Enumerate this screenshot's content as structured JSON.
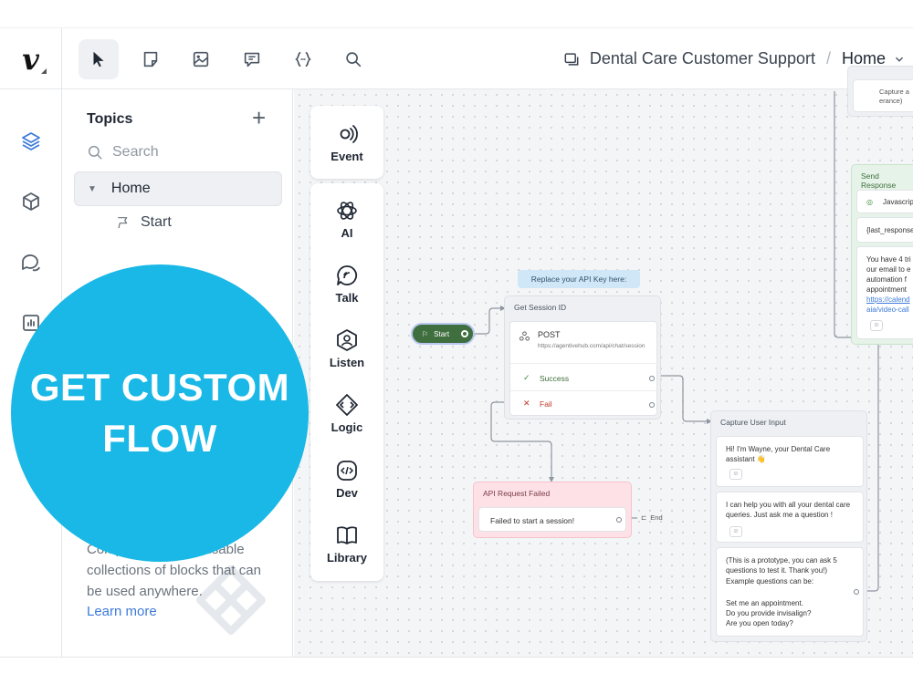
{
  "breadcrumb": {
    "project": "Dental Care Customer Support",
    "separator": "/",
    "current": "Home"
  },
  "toolbar": {
    "tools": [
      {
        "name": "pointer-icon"
      },
      {
        "name": "note-icon"
      },
      {
        "name": "image-icon"
      },
      {
        "name": "comment-icon"
      },
      {
        "name": "variables-icon"
      },
      {
        "name": "search-icon"
      }
    ]
  },
  "rail": {
    "items": [
      "layers-icon",
      "cube-icon",
      "chat-bubbles-icon",
      "analytics-icon"
    ]
  },
  "topics": {
    "title": "Topics",
    "add": "+",
    "search_placeholder": "Search",
    "home": "Home",
    "start": "Start",
    "description": "Components are reusable collections of blocks that can be used anywhere.",
    "learn_more": "Learn more"
  },
  "palette": {
    "event": "Event",
    "ai": "AI",
    "talk": "Talk",
    "listen": "Listen",
    "logic": "Logic",
    "dev": "Dev",
    "library": "Library"
  },
  "flow": {
    "start_label": "Start",
    "api_tag": "Replace your API Key here:",
    "session": {
      "title": "Get Session ID",
      "method": "POST",
      "url": "https://agentivehub.com/api/chat/session",
      "success": "Success",
      "fail": "Fail"
    },
    "fail_node": {
      "title": "API Request Failed",
      "message": "Failed to start a session!",
      "end": "End"
    },
    "capture": {
      "title": "Capture User Input",
      "msg1": "Hi! I'm Wayne, your Dental Care assistant 👋",
      "msg2": "I can help you with all your dental care queries. Just ask me a question !",
      "msg3_line1": "(This is a prototype, you can ask 5 questions to test it. Thank you!)",
      "msg3_line2": "Example questions can be:",
      "msg3_q1": "Set me an appointment.",
      "msg3_q2": "Do you provide invisalign?",
      "msg3_q3": "Are you open today?"
    },
    "top_partial": {
      "line1": "Capture a",
      "line2": "erance)"
    },
    "send_response": {
      "title": "Send Response",
      "js": "Javascript",
      "var": "{last_response",
      "t1": "You have 4 tri",
      "t2": "our email to e",
      "t3": "automation f",
      "t4": "appointment",
      "link1": "https://calend",
      "link2": "aia/video-call"
    }
  },
  "promo": {
    "line1": "GET CUSTOM",
    "line2": "FLOW"
  },
  "colors": {
    "promo": "#19b8e6",
    "start": "#3f6e3f",
    "fail_bg": "#fde1e6",
    "success_bg": "#e6f3e8",
    "tag_bg": "#cfe7f7"
  }
}
